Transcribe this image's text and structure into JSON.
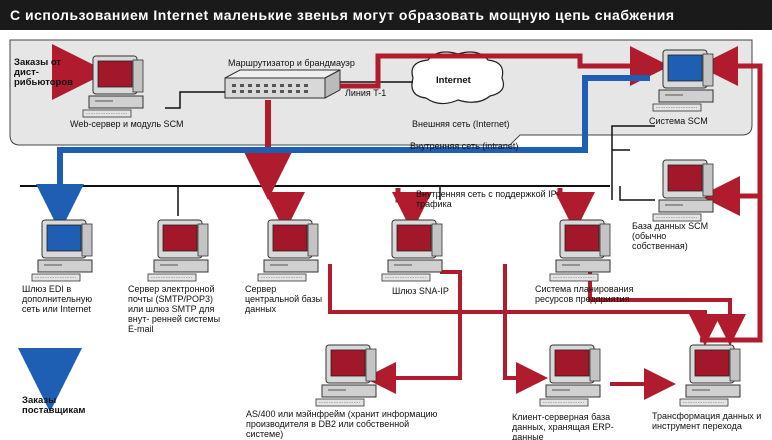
{
  "title": "С использованием Internet маленькие звенья могут образовать мощную цепь снабжения",
  "zones": {
    "external_net": "Внешняя сеть (Internet)",
    "internal_net": "Внутренняя сеть (intranet)",
    "ip_net": "Внутренняя сеть с поддержкой IP-трафика"
  },
  "cloud_label": "Internet",
  "router_label": "Маршрутизатор и брандмауэр",
  "t1_label": "Линия T-1",
  "distributor_orders": "Заказы от дист- рибьюторов",
  "supplier_orders": "Заказы поставщикам",
  "nodes": {
    "web_server": "Web-сервер и модуль SCM",
    "scm_system": "Система SCM",
    "scm_db": "База данных SCM (обычно собственная)",
    "edi_gateway": "Шлюз EDI в дополнительную сеть или Internet",
    "mail_server": "Сервер электронной почты (SMTP/POP3) или шлюз SMTP для внут- ренней системы E-mail",
    "db_server": "Сервер центральной базы данных",
    "sna_gateway": "Шлюз SNA-IP",
    "erp_planning": "Система планирования ресурсов предприятия",
    "mainframe": "AS/400 или мэйнфрейм (хранит информацию производителя в DB2 или собственной системе)",
    "client_server_db": "Клиент-серверная база данных, хранящая ERP-данные",
    "transformation": "Трансформация данных и инструмент перехода"
  },
  "colors": {
    "red_arrow": "#b01c2e",
    "blue_arrow": "#1f5fb3",
    "screen_red": "#a3172b",
    "screen_blue": "#1f5fb3",
    "zone_fill": "#e6e6e6",
    "banner": "#1a1a1a"
  }
}
